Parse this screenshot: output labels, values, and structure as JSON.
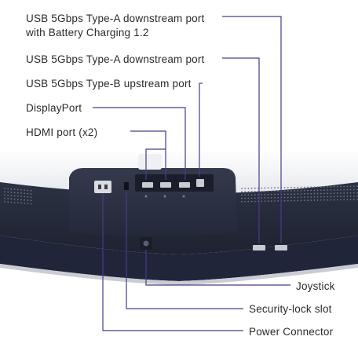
{
  "labels_top": [
    {
      "id": "usb-a-charging",
      "lines": [
        "USB 5Gbps Type-A downstream port",
        "with Battery Charging 1.2"
      ]
    },
    {
      "id": "usb-a",
      "lines": [
        "USB 5Gbps Type-A downstream port"
      ]
    },
    {
      "id": "usb-b",
      "lines": [
        "USB 5Gbps Type-B upstream port"
      ]
    },
    {
      "id": "displayport",
      "lines": [
        "DisplayPort"
      ]
    },
    {
      "id": "hdmi",
      "lines": [
        "HDMI port (x2)"
      ]
    }
  ],
  "labels_bottom": [
    {
      "id": "joystick",
      "lines": [
        "Joystick"
      ]
    },
    {
      "id": "security-lock",
      "lines": [
        "Security-lock slot"
      ]
    },
    {
      "id": "power",
      "lines": [
        "Power Connector"
      ]
    }
  ],
  "colors": {
    "leader_line": "#4a3a8a",
    "monitor_body": "#2a2f3f",
    "monitor_edge": "#1f2433",
    "background": "#ffffff",
    "shadow": "#d8dadf",
    "text": "#2b2b2b"
  }
}
